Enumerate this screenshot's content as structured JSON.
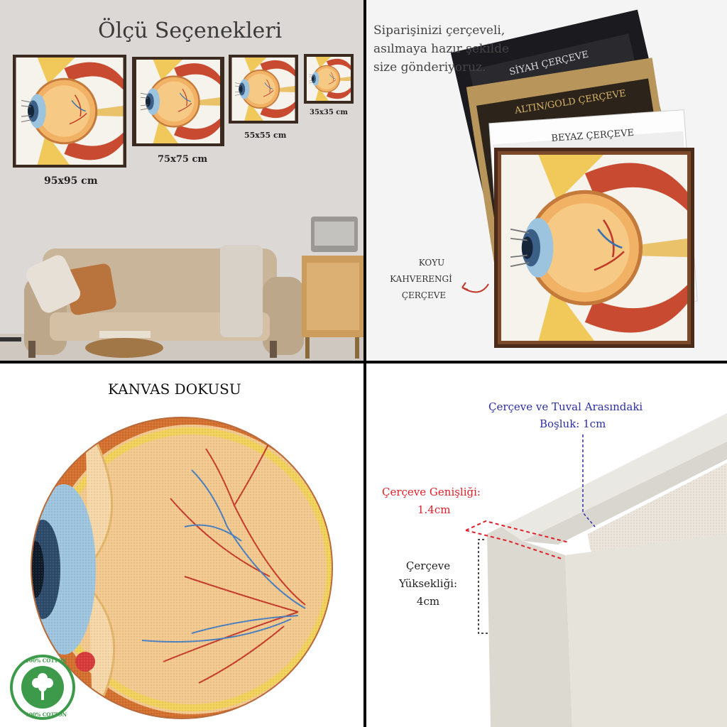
{
  "panel_sizes": {
    "title": "Ölçü Seçenekleri",
    "sizes": [
      {
        "label": "95x95 cm"
      },
      {
        "label": "75x75 cm"
      },
      {
        "label": "55x55 cm"
      },
      {
        "label": "35x35 cm"
      }
    ]
  },
  "panel_frames": {
    "intro_lines": [
      "Siparişinizi çerçeveli,",
      "asılmaya hazır şekilde",
      "size gönderiyoruz."
    ],
    "black_label": "SİYAH ÇERÇEVE",
    "gold_label": "ALTIN/GOLD ÇERÇEVE",
    "white_label": "BEYAZ ÇERÇEVE",
    "brown_label_lines": [
      "KOYU",
      "KAHVERENGİ",
      "ÇERÇEVE"
    ]
  },
  "panel_texture": {
    "title": "KANVAS DOKUSU",
    "badge_text": "100% COTTON"
  },
  "panel_dimensions": {
    "gap_label_lines": [
      "Çerçeve ve Tuval Arasındaki",
      "Boşluk: 1cm"
    ],
    "width_label_lines": [
      "Çerçeve Genişliği:",
      "1.4cm"
    ],
    "height_label_lines": [
      "Çerçeve",
      "Yüksekliği:",
      "4cm"
    ]
  },
  "colors": {
    "gap_label": "#2b2fa8",
    "width_label": "#e0202a",
    "frame_brown": "#4a2a1a",
    "frame_gold": "#b8955a",
    "frame_black": "#1b1b1f",
    "cotton_green": "#3d9a4a"
  }
}
